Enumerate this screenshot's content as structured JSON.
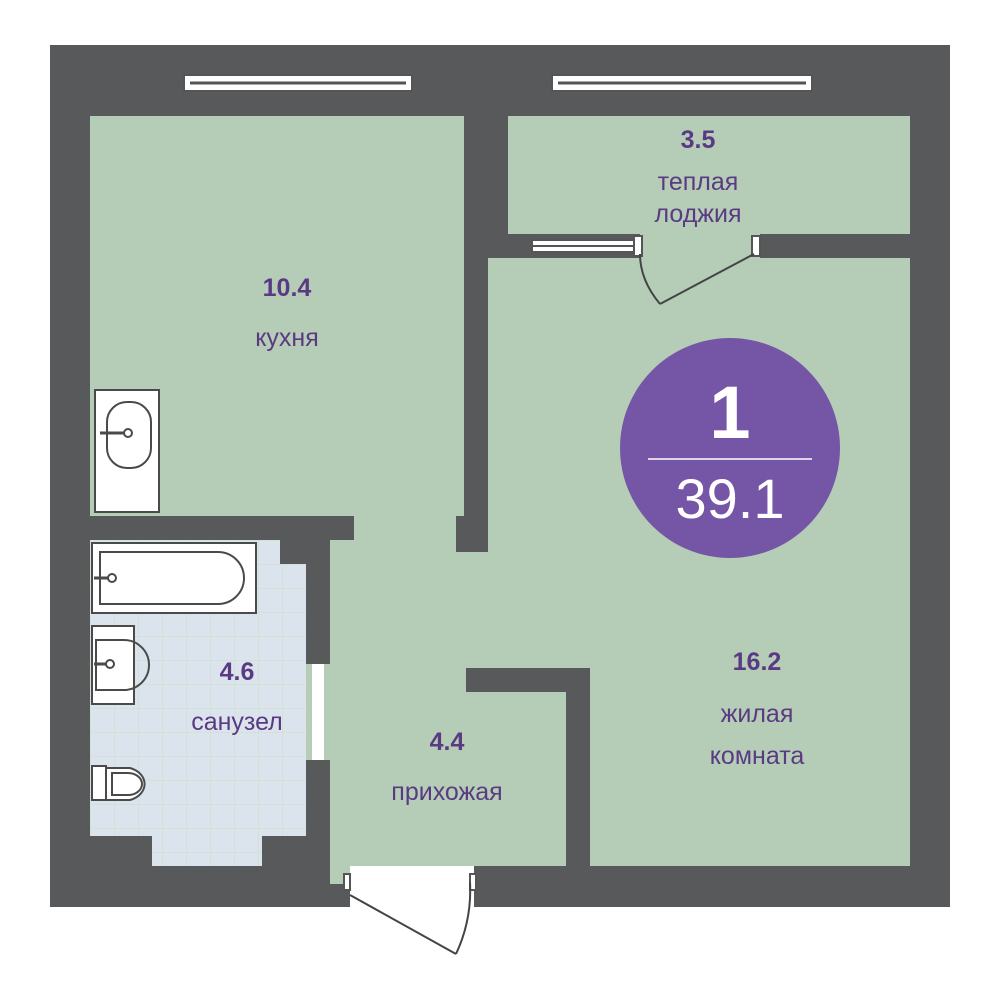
{
  "colors": {
    "wall": "#58595b",
    "room_fill": "#b5cdb7",
    "bath_fill": "#dbe4ec",
    "label": "#5a3a82",
    "badge": "#7556a6",
    "badge_text": "#ffffff"
  },
  "badge": {
    "rooms": "1",
    "total_area": "39.1"
  },
  "rooms": {
    "kitchen": {
      "area": "10.4",
      "name": "кухня"
    },
    "loggia": {
      "area": "3.5",
      "name_line1": "теплая",
      "name_line2": "лоджия"
    },
    "living": {
      "area": "16.2",
      "name_line1": "жилая",
      "name_line2": "комната"
    },
    "bathroom": {
      "area": "4.6",
      "name": "санузел"
    },
    "hallway": {
      "area": "4.4",
      "name": "прихожая"
    }
  },
  "icons": [
    "sink-icon",
    "bathtub-icon",
    "washbasin-icon",
    "toilet-icon",
    "window-icon",
    "door-icon"
  ]
}
